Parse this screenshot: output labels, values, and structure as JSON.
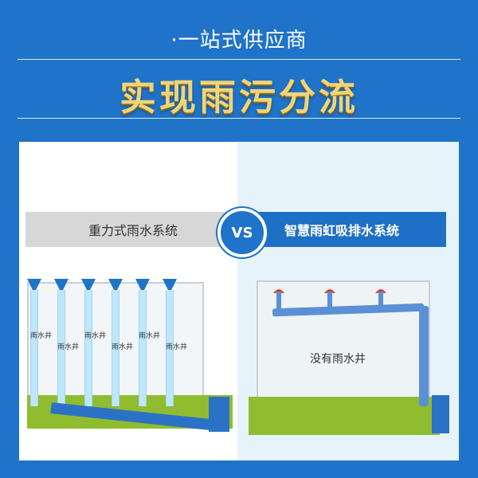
{
  "header": {
    "subtitle": "·一站式供应商",
    "title": "实现雨污分流"
  },
  "comparison": {
    "left_label": "重力式雨水系统",
    "vs": "VS",
    "right_label": "智慧雨虹吸排水系统"
  },
  "left_system": {
    "well_labels": [
      "雨水井",
      "雨水井",
      "雨水井",
      "雨水井",
      "雨水井",
      "雨水井"
    ]
  },
  "right_system": {
    "note": "没有雨水井"
  },
  "colors": {
    "background_blue": "#1f73c8",
    "gold_text": "#f0d47a",
    "pipe_blue": "#2b72c7",
    "grass_green": "#8fbd2f",
    "drain_red": "#e44b3a"
  }
}
